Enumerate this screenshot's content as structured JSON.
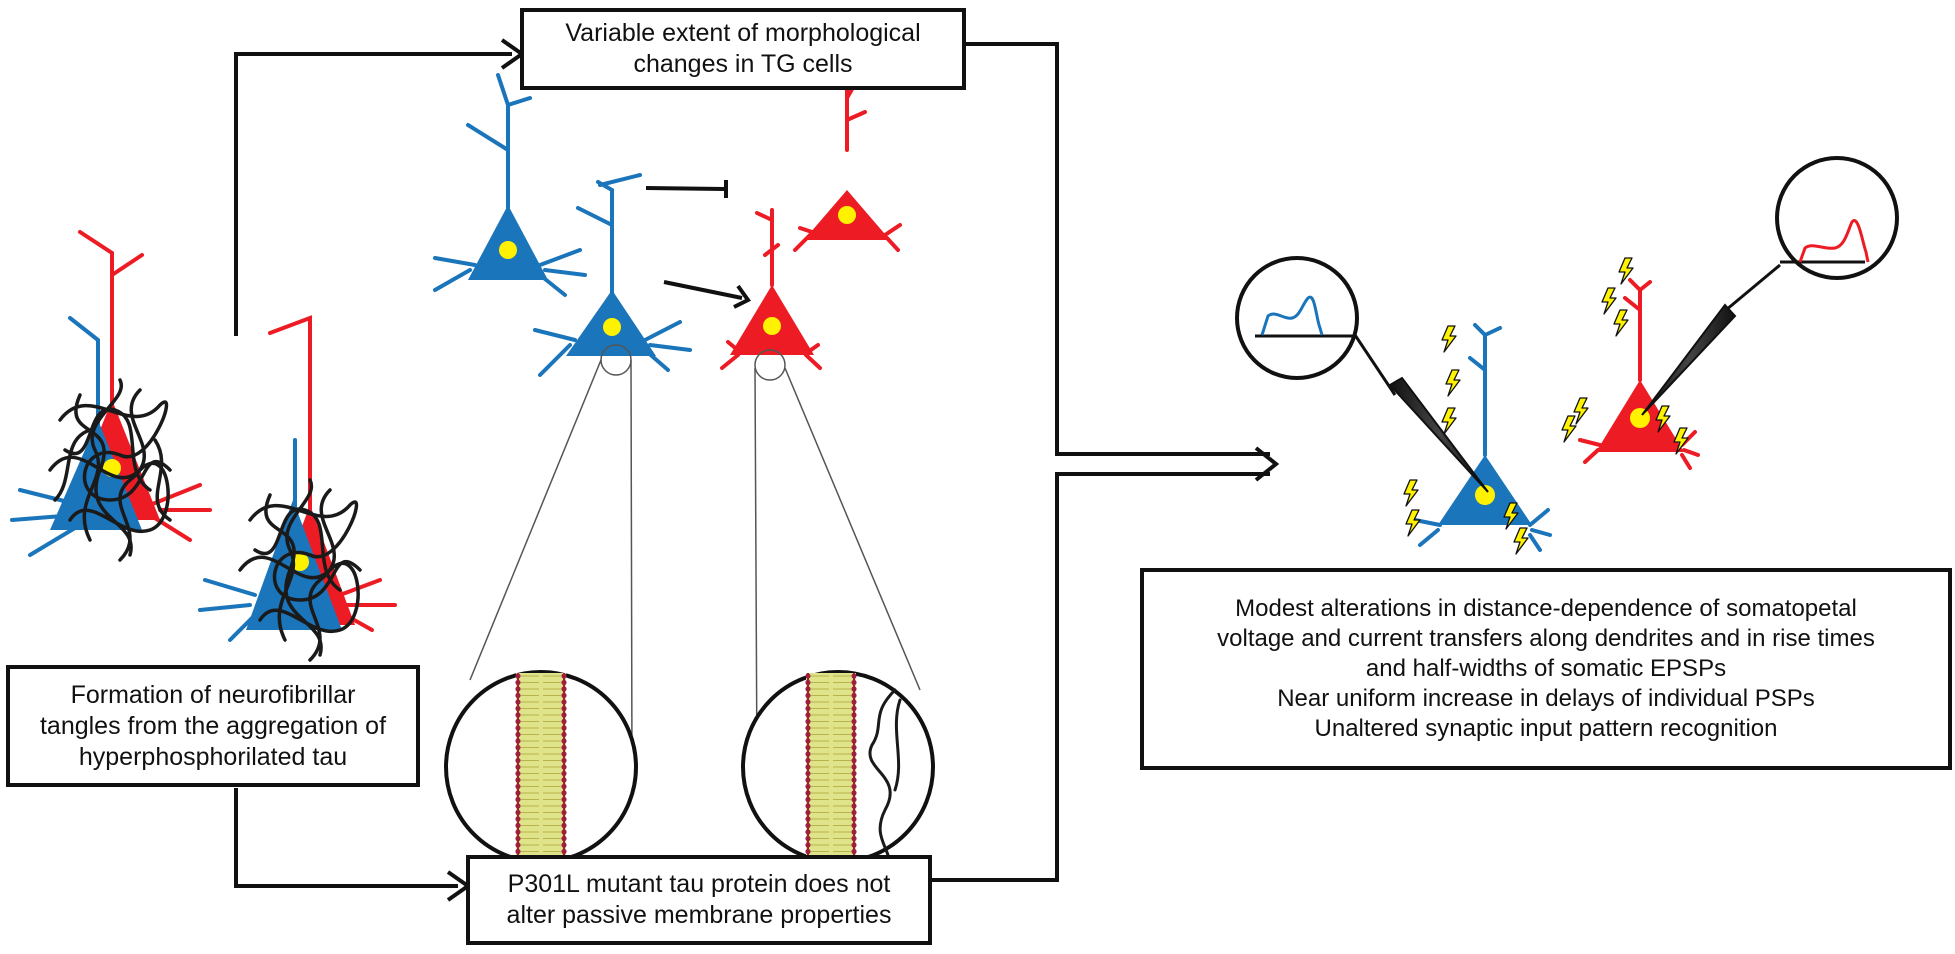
{
  "boxes": {
    "top": {
      "lines": [
        "Variable extent of morphological",
        "changes in TG cells"
      ]
    },
    "tangles": {
      "lines": [
        "Formation of neurofibrillar",
        "tangles from the aggregation of",
        "hyperphosphorilated tau"
      ]
    },
    "membrane": {
      "lines": [
        "P301L mutant tau protein does not",
        "alter passive membrane properties"
      ]
    },
    "results": {
      "lines": [
        "Modest alterations in distance-dependence of somatopetal",
        "voltage and current transfers along dendrites and in rise times",
        "and half-widths of somatic EPSPs",
        "Near uniform increase in delays of individual PSPs",
        "Unaltered synaptic input pattern recognition"
      ]
    }
  },
  "colors": {
    "control_neuron": "#1b75bb",
    "mutant_neuron": "#ed1c24",
    "nucleus": "#fff200",
    "tangle": "#1a1a1a",
    "box_border": "#111111",
    "membrane_lipid": "#9e1f3f",
    "membrane_core": "#dfe38a"
  },
  "icons": {
    "neuron": "pyramidal-neuron-icon",
    "membrane": "lipid-bilayer-icon",
    "electrode": "recording-electrode-icon",
    "stimulus": "lightning-bolt-icon",
    "trace": "epsp-trace-icon"
  }
}
